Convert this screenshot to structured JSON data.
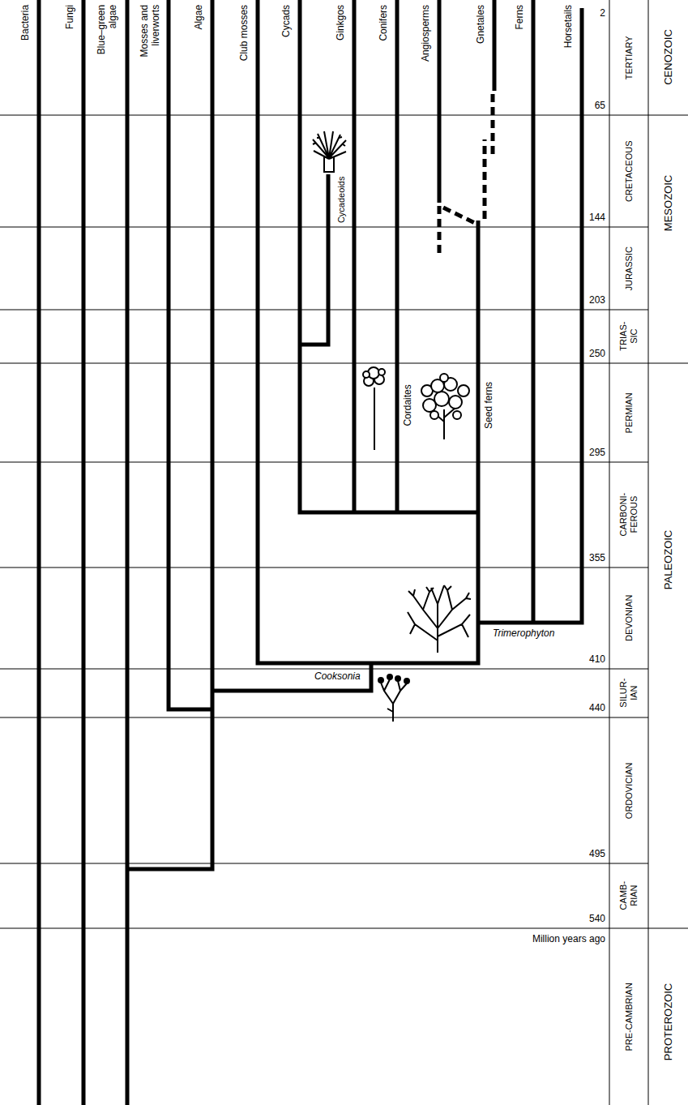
{
  "diagram": {
    "labels": [
      "Bacteria",
      "Fungi",
      "Blue–green algae",
      "Mosses and liverworts",
      "Algae",
      "Club mosses",
      "Cycads",
      "Ginkgos",
      "Conifers",
      "Angiosperms",
      "Gnetales",
      "Ferns",
      "Horsetails",
      "2",
      "65",
      "144",
      "203",
      "250",
      "295",
      "355",
      "410",
      "440",
      "495",
      "540",
      "Million years ago",
      "TERTIARY",
      "CRETACEOUS",
      "JURASSIC",
      "TRIAS- SIC",
      "PERMIAN",
      "CARBONI- FEROUS",
      "DEVONIAN",
      "SILUR- IAN",
      "ORDOVICIAN",
      "CAMB- RIAN",
      "PRE-CAMBRIAN",
      "CENOZOIC",
      "MESOZOIC",
      "PALEOZOIC",
      "PROTEROZOIC",
      "Cycadeoids",
      "Cordaites",
      "Seed ferns",
      "Trimerophyton",
      "Cooksonia"
    ]
  }
}
